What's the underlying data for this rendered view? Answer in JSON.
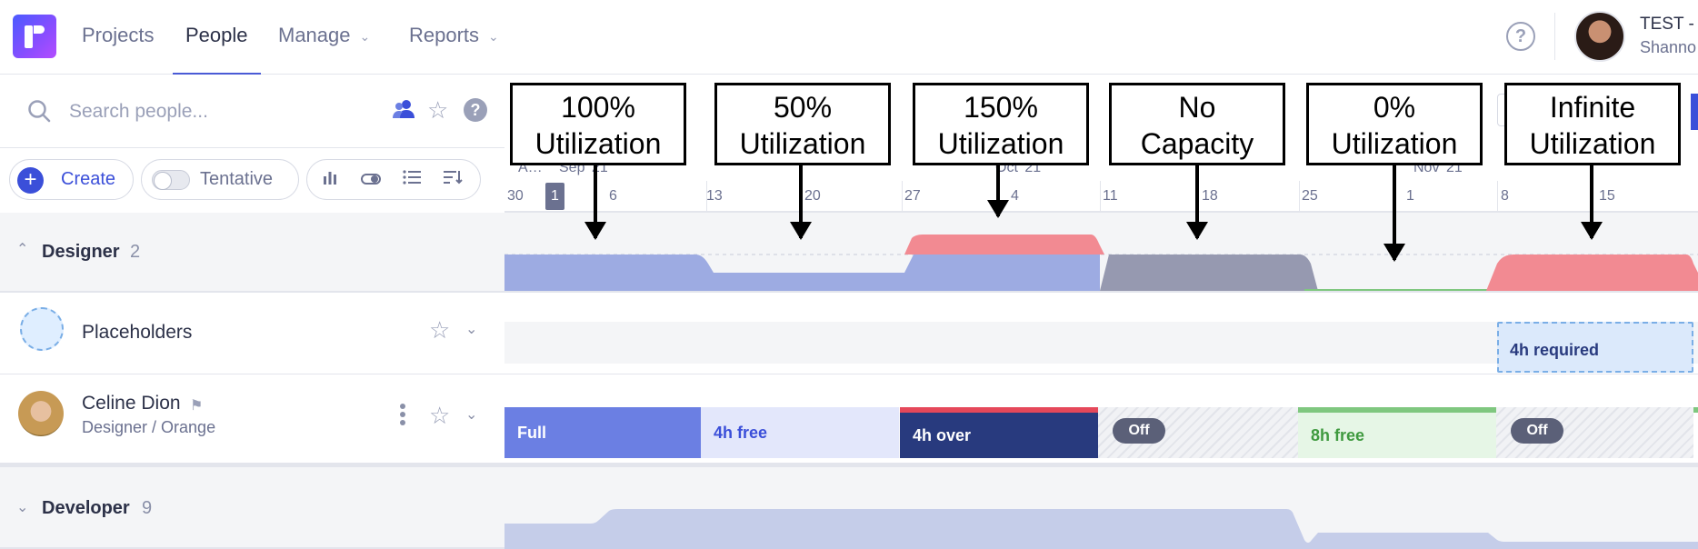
{
  "nav": {
    "items": [
      {
        "label": "Projects",
        "active": false,
        "has_dropdown": false
      },
      {
        "label": "People",
        "active": true,
        "has_dropdown": false
      },
      {
        "label": "Manage",
        "active": false,
        "has_dropdown": true
      },
      {
        "label": "Reports",
        "active": false,
        "has_dropdown": true
      }
    ],
    "user": {
      "name": "TEST -",
      "sub": "Shanno"
    }
  },
  "search": {
    "placeholder": "Search people..."
  },
  "toolbar": {
    "create_label": "Create",
    "tentative_label": "Tentative"
  },
  "timeline": {
    "months": [
      "A…",
      "Sep '21",
      "Oct '21",
      "Nov '21"
    ],
    "days": [
      "30",
      "1",
      "6",
      "13",
      "20",
      "27",
      "4",
      "11",
      "18",
      "25",
      "1",
      "8",
      "15"
    ],
    "today": "1"
  },
  "annotations": [
    {
      "line1": "100%",
      "line2": "Utilization"
    },
    {
      "line1": "50%",
      "line2": "Utilization"
    },
    {
      "line1": "150%",
      "line2": "Utilization"
    },
    {
      "line1": "No",
      "line2": "Capacity"
    },
    {
      "line1": "0%",
      "line2": "Utilization"
    },
    {
      "line1": "Infinite",
      "line2": "Utilization"
    }
  ],
  "groups": {
    "designer": {
      "name": "Designer",
      "count": "2"
    },
    "developer": {
      "name": "Developer",
      "count": "9"
    }
  },
  "placeholders": {
    "name": "Placeholders",
    "required_label": "4h required"
  },
  "person": {
    "name": "Celine Dion",
    "role": "Designer / Orange",
    "cells": [
      "Full",
      "4h free",
      "4h over",
      "Off",
      "8h free",
      "Off"
    ]
  },
  "colors": {
    "accent": "#4a5bd6",
    "full": "#6b7fe3",
    "free": "#e3e7fb",
    "over": "#283a7e",
    "over_top": "#e5485a",
    "free_green": "#e6f6e6",
    "green_top": "#7fc77f",
    "util_blue": "#9dabe2",
    "util_red": "#f28a92",
    "util_grey": "#9699b0"
  }
}
